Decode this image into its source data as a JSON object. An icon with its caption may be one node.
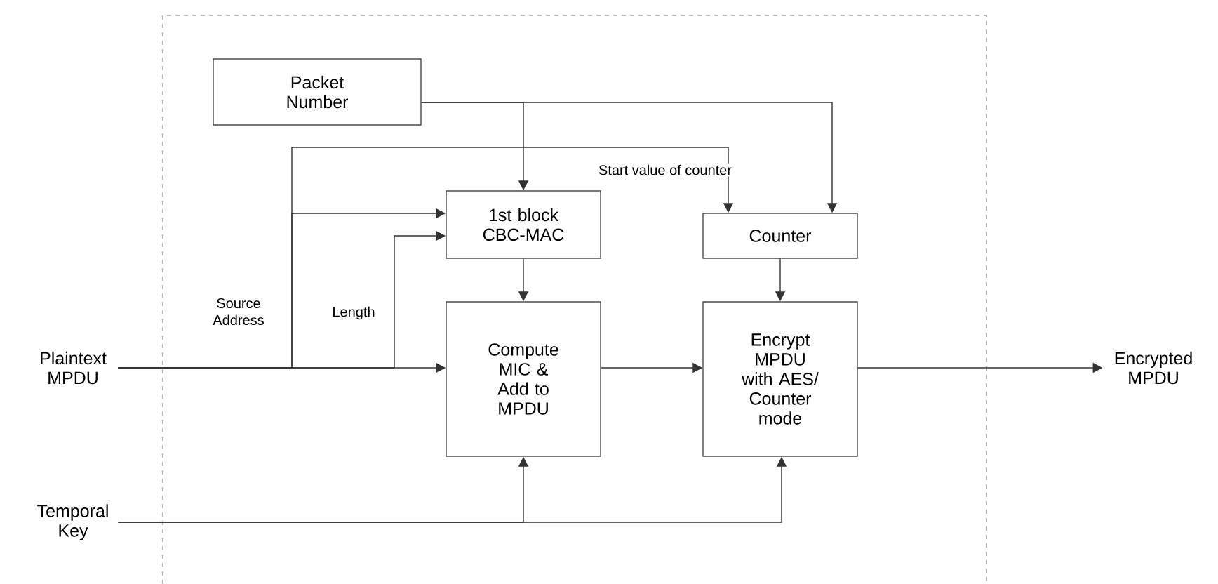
{
  "diagram": {
    "nodes": [
      {
        "text": [
          "Packet Number"
        ]
      },
      {
        "text": [
          "1st block CBC-MAC"
        ]
      },
      {
        "text": [
          "Compute MIC & Add to MPDU"
        ]
      },
      {
        "text": [
          "Counter"
        ]
      },
      {
        "text": [
          "Encrypt MPDU with AES/ Counter mode"
        ]
      },
      {
        "text": [
          "Plaintext MPDU"
        ]
      },
      {
        "text": [
          "Temporal Key"
        ]
      },
      {
        "text": [
          "Encrypted MPDU"
        ]
      }
    ],
    "edges": [
      {
        "from": 0,
        "to": 1,
        "arrow": "to"
      },
      {
        "from": 0,
        "to": 3,
        "arrow": "to"
      },
      {
        "from": 5,
        "to": 2,
        "arrow": "to"
      },
      {
        "from": 5,
        "to": 1,
        "arrow": "to",
        "label": "Source Address"
      },
      {
        "from": 5,
        "to": 1,
        "arrow": "to",
        "label": "Length"
      },
      {
        "from": 5,
        "to": 3,
        "arrow": "to"
      },
      {
        "from": 6,
        "to": 2,
        "arrow": "to"
      },
      {
        "from": 6,
        "to": 4,
        "arrow": "to"
      },
      {
        "from": 1,
        "to": 2,
        "arrow": "to"
      },
      {
        "from": 3,
        "to": 4,
        "arrow": "to"
      },
      {
        "from": 2,
        "to": 4,
        "arrow": "to"
      },
      {
        "from": 4,
        "to": 7,
        "arrow": "to"
      }
    ],
    "labels": [
      "Start value of counter"
    ]
  }
}
